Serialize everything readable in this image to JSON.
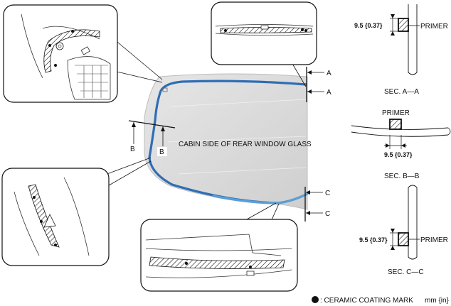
{
  "glass": {
    "center_label": "CABIN SIDE OF REAR WINDOW GLASS"
  },
  "cut_markers": {
    "a_top": "A",
    "a_bottom": "A",
    "b_left": "B",
    "b_right": "B",
    "c_top": "C",
    "c_bottom": "C"
  },
  "section_a": {
    "caption": "SEC. A—A",
    "dimension": "9.5 {0.37}",
    "primer": "PRIMER"
  },
  "section_b": {
    "caption": "SEC. B—B",
    "dimension": "9.5 {0.37}",
    "primer": "PRIMER"
  },
  "section_c": {
    "caption": "SEC. C—C",
    "dimension": "9.5 {0.37}",
    "primer": "PRIMER"
  },
  "legend": {
    "ceramic_mark": ": CERAMIC COATING MARK",
    "units": "mm {in}"
  },
  "colors": {
    "dam_line": "#2f6db5",
    "dam_line_light": "#5a9fd6",
    "glass_fill": "#d9d9d9"
  }
}
